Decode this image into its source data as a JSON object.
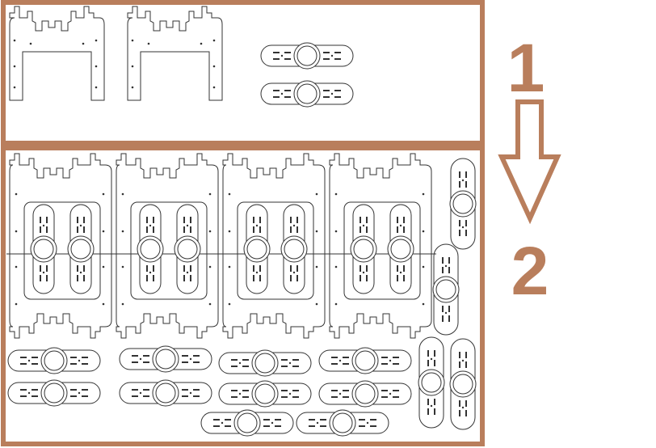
{
  "colors": {
    "frame": "#b97e5c",
    "line": "#333333",
    "background": "#ffffff"
  },
  "step_labels": [
    "1",
    "2"
  ],
  "arrow": {
    "icon": "down-arrow-outline-icon"
  },
  "sheet_1": {
    "frame_plates": 2,
    "servo_horns": 2
  },
  "sheet_2": {
    "frame_plates": 4,
    "inner_horn_pairs": 4,
    "horizontal_horns": 10,
    "vertical_horns": 4
  }
}
